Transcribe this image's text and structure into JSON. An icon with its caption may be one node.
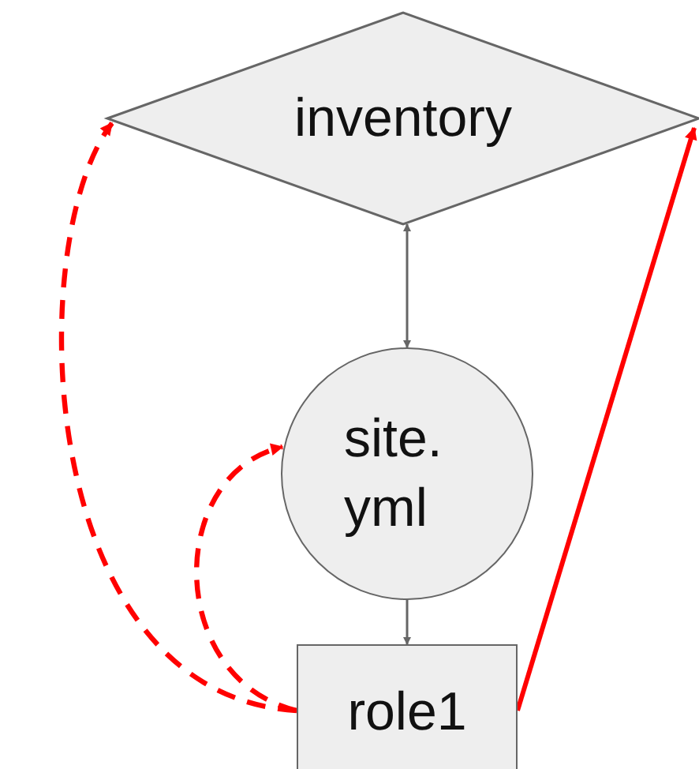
{
  "diagram": {
    "nodes": [
      {
        "text": [
          "inventory"
        ]
      },
      {
        "text": [
          "site. yml"
        ]
      },
      {
        "text": [
          "role1"
        ]
      }
    ],
    "edges": [
      {
        "from": 0,
        "to": 1,
        "arrow": "both",
        "color": "#666666"
      },
      {
        "from": 1,
        "to": 2,
        "arrow": "to",
        "color": "#666666"
      },
      {
        "from": 2,
        "to": 0,
        "arrow": "to",
        "style": "dashed"
      },
      {
        "from": 2,
        "to": 1,
        "arrow": "to",
        "style": "dashed"
      },
      {
        "from": 2,
        "to": 0,
        "arrow": "to"
      }
    ]
  }
}
